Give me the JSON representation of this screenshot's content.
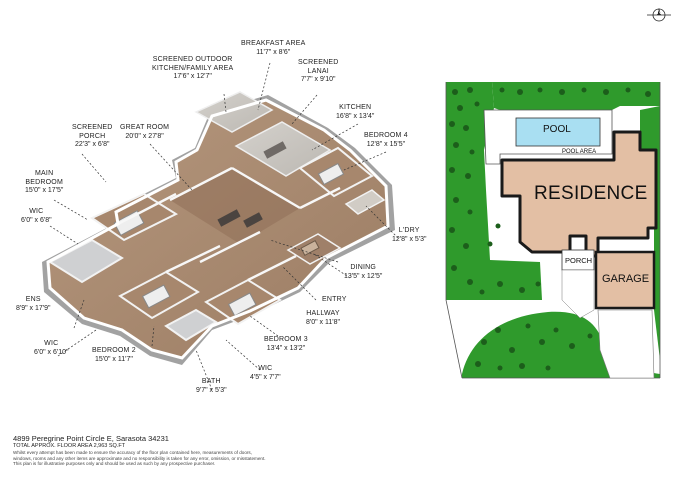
{
  "rooms": [
    {
      "name": "SCREENED OUTDOOR\nKITCHEN/FAMILY AREA",
      "dims": "17'6\" x 12'7\""
    },
    {
      "name": "BREAKFAST AREA",
      "dims": "11'7\" x 8'6\""
    },
    {
      "name": "SCREENED\nLANAI",
      "dims": "7'7\" x 9'10\""
    },
    {
      "name": "KITCHEN",
      "dims": "16'8\" x 13'4\""
    },
    {
      "name": "BEDROOM 4",
      "dims": "12'8\" x 15'5\""
    },
    {
      "name": "SCREENED\nPORCH",
      "dims": "22'3\" x 6'8\""
    },
    {
      "name": "GREAT ROOM",
      "dims": "20'0\" x 27'8\""
    },
    {
      "name": "MAIN\nBEDROOM",
      "dims": "15'0\" x 17'5\""
    },
    {
      "name": "WIC",
      "dims": "6'0\" x 6'8\""
    },
    {
      "name": "L'DRY",
      "dims": "12'8\" x 5'3\""
    },
    {
      "name": "DINING",
      "dims": "13'5\" x 12'5\""
    },
    {
      "name": "ENTRY",
      "dims": ""
    },
    {
      "name": "ENS",
      "dims": "8'9\" x 17'9\""
    },
    {
      "name": "HALLWAY",
      "dims": "8'0\" x 11'8\""
    },
    {
      "name": "BEDROOM 3",
      "dims": "13'4\" x 13'2\""
    },
    {
      "name": "WIC",
      "dims": "6'0\" x 6'10\""
    },
    {
      "name": "BEDROOM 2",
      "dims": "15'0\" x 11'7\""
    },
    {
      "name": "WIC",
      "dims": "4'5\" x 7'7\""
    },
    {
      "name": "BATH",
      "dims": "9'7\" x 5'3\""
    }
  ],
  "site_plan": {
    "pool": "POOL",
    "pool_area": "POOL AREA",
    "residence": "RESIDENCE",
    "porch": "PORCH",
    "garage": "GARAGE",
    "colors": {
      "lawn": "#2f9a2c",
      "building": "#e3bfa4",
      "pool": "#a9dff2",
      "wall": "#1a1a1a"
    }
  },
  "compass": {
    "label": "N",
    "icon": "north-arrow-icon"
  },
  "footer": {
    "address": "4899 Peregrine Point Circle E, Sarasota 34231",
    "area": "TOTAL APPROX. FLOOR AREA 2,963 SQ.FT",
    "disclaimer_1": "Whilst every attempt has been made to ensure the accuracy of the floor plan contained here, measurements of doors,",
    "disclaimer_2": "windows, rooms and any other items are approximate and no responsibility is taken for any error, omission, or misstatement.",
    "disclaimer_3": "This plan is for illustrative purposes only and should be used as such by any prospective purchaser."
  }
}
